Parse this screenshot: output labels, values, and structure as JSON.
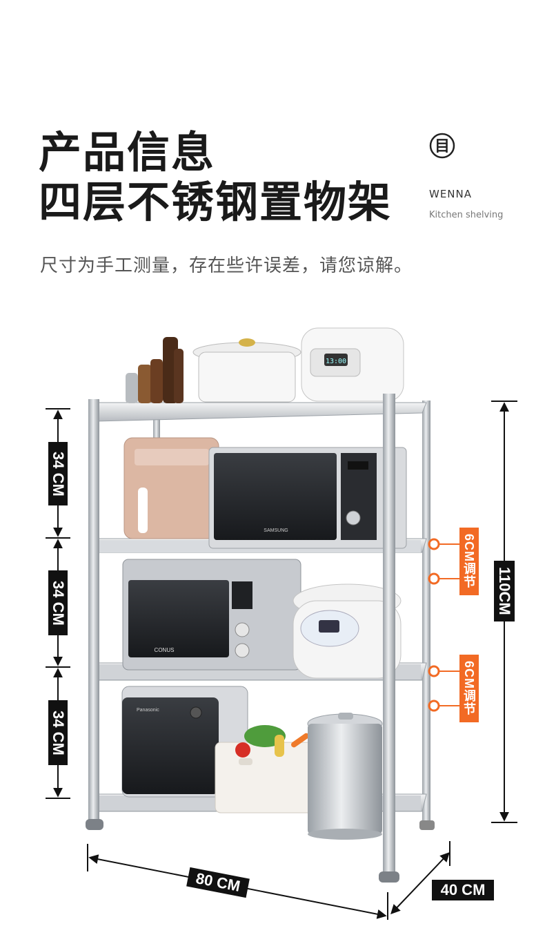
{
  "header": {
    "title_line1": "产品信息",
    "title_line2": "四层不锈钢置物架",
    "subtitle": "尺寸为手工测量，存在些许误差，请您谅解。"
  },
  "brand": {
    "logo_glyph": "目",
    "name": "WENNA",
    "tagline": "Kitchen shelving"
  },
  "dimensions": {
    "tier_height_1": "34 CM",
    "tier_height_2": "34 CM",
    "tier_height_3": "34 CM",
    "total_height": "110CM",
    "width": "80 CM",
    "depth": "40 CM",
    "adjust_1": "6CM调节",
    "adjust_2": "6CM调节"
  },
  "appliance_labels": {
    "rice_cooker_display": "13:00",
    "microwave_brand": "SAMSUNG",
    "oven_brand": "CONUS",
    "airfryer_brand": "Panasonic"
  },
  "colors": {
    "accent": "#f26a24",
    "label_bg": "#111111",
    "steel": "#c9ccd0"
  }
}
